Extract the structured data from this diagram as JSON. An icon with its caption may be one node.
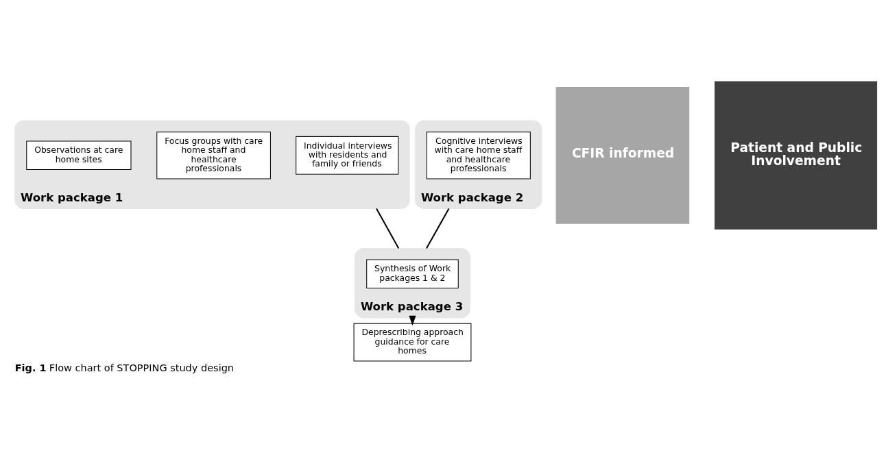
{
  "diagram": {
    "caption": "**Fig. 1** Flow chart of STOPPING study design",
    "nodes": [
      {
        "text": [
          "Work package 1"
        ]
      },
      {
        "text": [
          "Individual interviews with residents and family or friends"
        ],
        "in": 0
      },
      {
        "text": [
          "Focus groups with care home staff and healthcare professionals"
        ],
        "in": 0
      },
      {
        "text": [
          "Observations at care home sites"
        ],
        "in": 0
      },
      {
        "text": [
          "Work package 2"
        ]
      },
      {
        "text": [
          "Cognitive interviews with care home staff and healthcare professionals"
        ],
        "in": 4
      },
      {
        "text": [
          "Work package 3"
        ]
      },
      {
        "text": [
          "Synthesis of Work packages 1 & 2"
        ],
        "in": 6
      },
      {
        "text": [
          "Deprescribing approach guidance for care homes"
        ]
      },
      {
        "text": [
          "CFIR informed"
        ]
      },
      {
        "text": [
          "Patient and Public Involvement"
        ]
      }
    ],
    "edges": [
      {
        "from": 0,
        "to": 6,
        "arrow": "none"
      },
      {
        "from": 4,
        "to": 6,
        "arrow": "none"
      },
      {
        "from": 6,
        "to": 8,
        "arrow": "to"
      }
    ]
  }
}
